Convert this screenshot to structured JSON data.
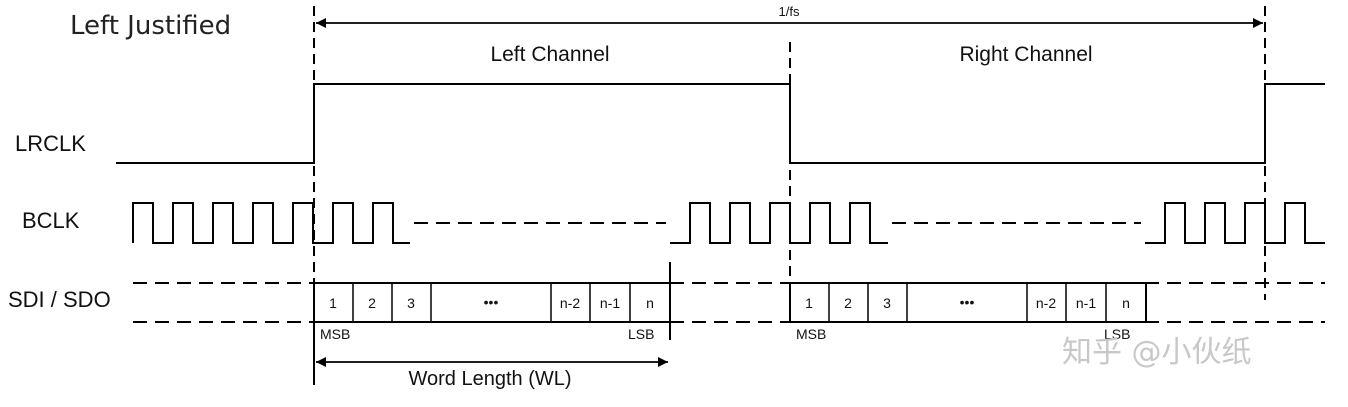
{
  "diagram": {
    "title": "Left Justified",
    "period_label": "1/fs",
    "channels": {
      "left": "Left Channel",
      "right": "Right Channel"
    },
    "signals": {
      "lrclk": "LRCLK",
      "bclk": "BCLK",
      "sdi": "SDI / SDO"
    },
    "left_bits": [
      "1",
      "2",
      "3",
      "•••",
      "n-2",
      "n-1",
      "n"
    ],
    "right_bits": [
      "1",
      "2",
      "3",
      "•••",
      "n-2",
      "n-1",
      "n"
    ],
    "msb_label": "MSB",
    "lsb_label": "LSB",
    "word_length_label": "Word Length (WL)",
    "watermark": "知乎 @小伙纸"
  }
}
